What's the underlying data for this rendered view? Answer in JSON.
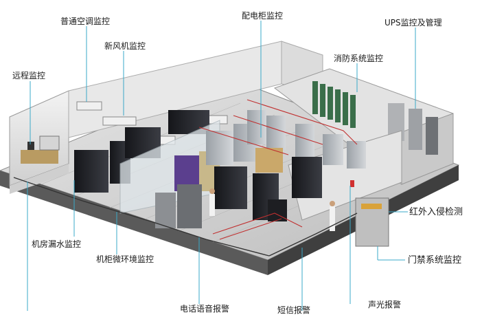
{
  "labels": {
    "remote": "远程监控",
    "ac": "普通空调监控",
    "fresh_air": "新风机监控",
    "pdu": "配电柜监控",
    "ups": "UPS监控及管理",
    "fire": "消防系统监控",
    "infrared": "红外入侵检测",
    "access": "门禁系统监控",
    "sound_light": "声光报警",
    "sms": "短信报警",
    "phone": "电话语音报警",
    "rack_env": "机柜微环境监控",
    "leak": "机房漏水监控"
  },
  "colors": {
    "callout_line": "#3aa9c8",
    "floor": "#d9d9d9",
    "wall": "#eaeaea",
    "rack": "#222428",
    "rack_purple": "#5b3f8e",
    "alarm_line": "#c03030"
  }
}
